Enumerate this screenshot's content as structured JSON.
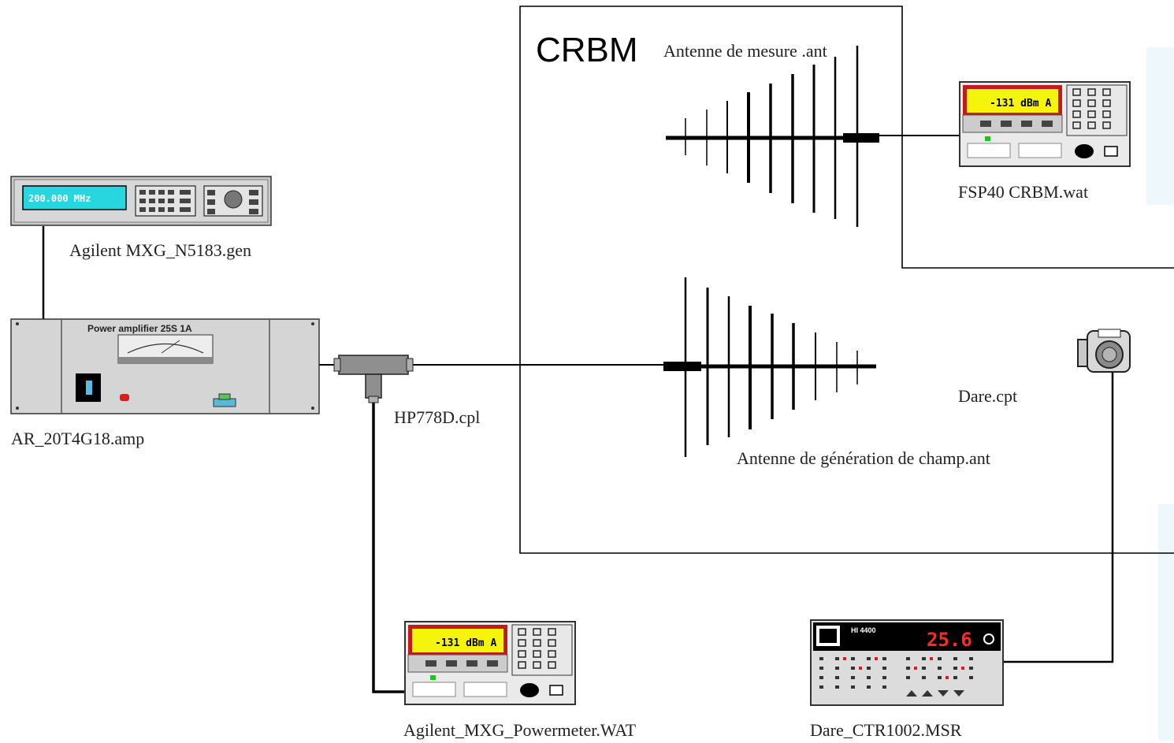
{
  "chamber": {
    "title": "CRBM"
  },
  "labels": {
    "measure_antenna": "Antenne de mesure .ant",
    "fsp40": "FSP40 CRBM.wat",
    "generator": "Agilent MXG_N5183.gen",
    "amplifier": "AR_20T4G18.amp",
    "coupler": "HP778D.cpl",
    "dare_probe": "Dare.cpt",
    "field_antenna": "Antenne de génération de champ.ant",
    "powermeter": "Agilent_MXG_Powermeter.WAT",
    "dare_controller": "Dare_CTR1002.MSR"
  },
  "devices": {
    "generator_display": "200.000 MHz",
    "amp_panel_title": "Power amplifier 25S 1A",
    "fsp40_display": "-131 dBm A",
    "powermeter_display": "-131 dBm A",
    "dare_display": "25.6",
    "dare_header": "HI 4400"
  },
  "colors": {
    "lcd_cyan": "#27d8e0",
    "lcd_yellow": "#f4f40a",
    "lcd_frame_red": "#c01818",
    "panel_gray": "#dcdcdc",
    "dare_digits": "#ff2a2a"
  }
}
